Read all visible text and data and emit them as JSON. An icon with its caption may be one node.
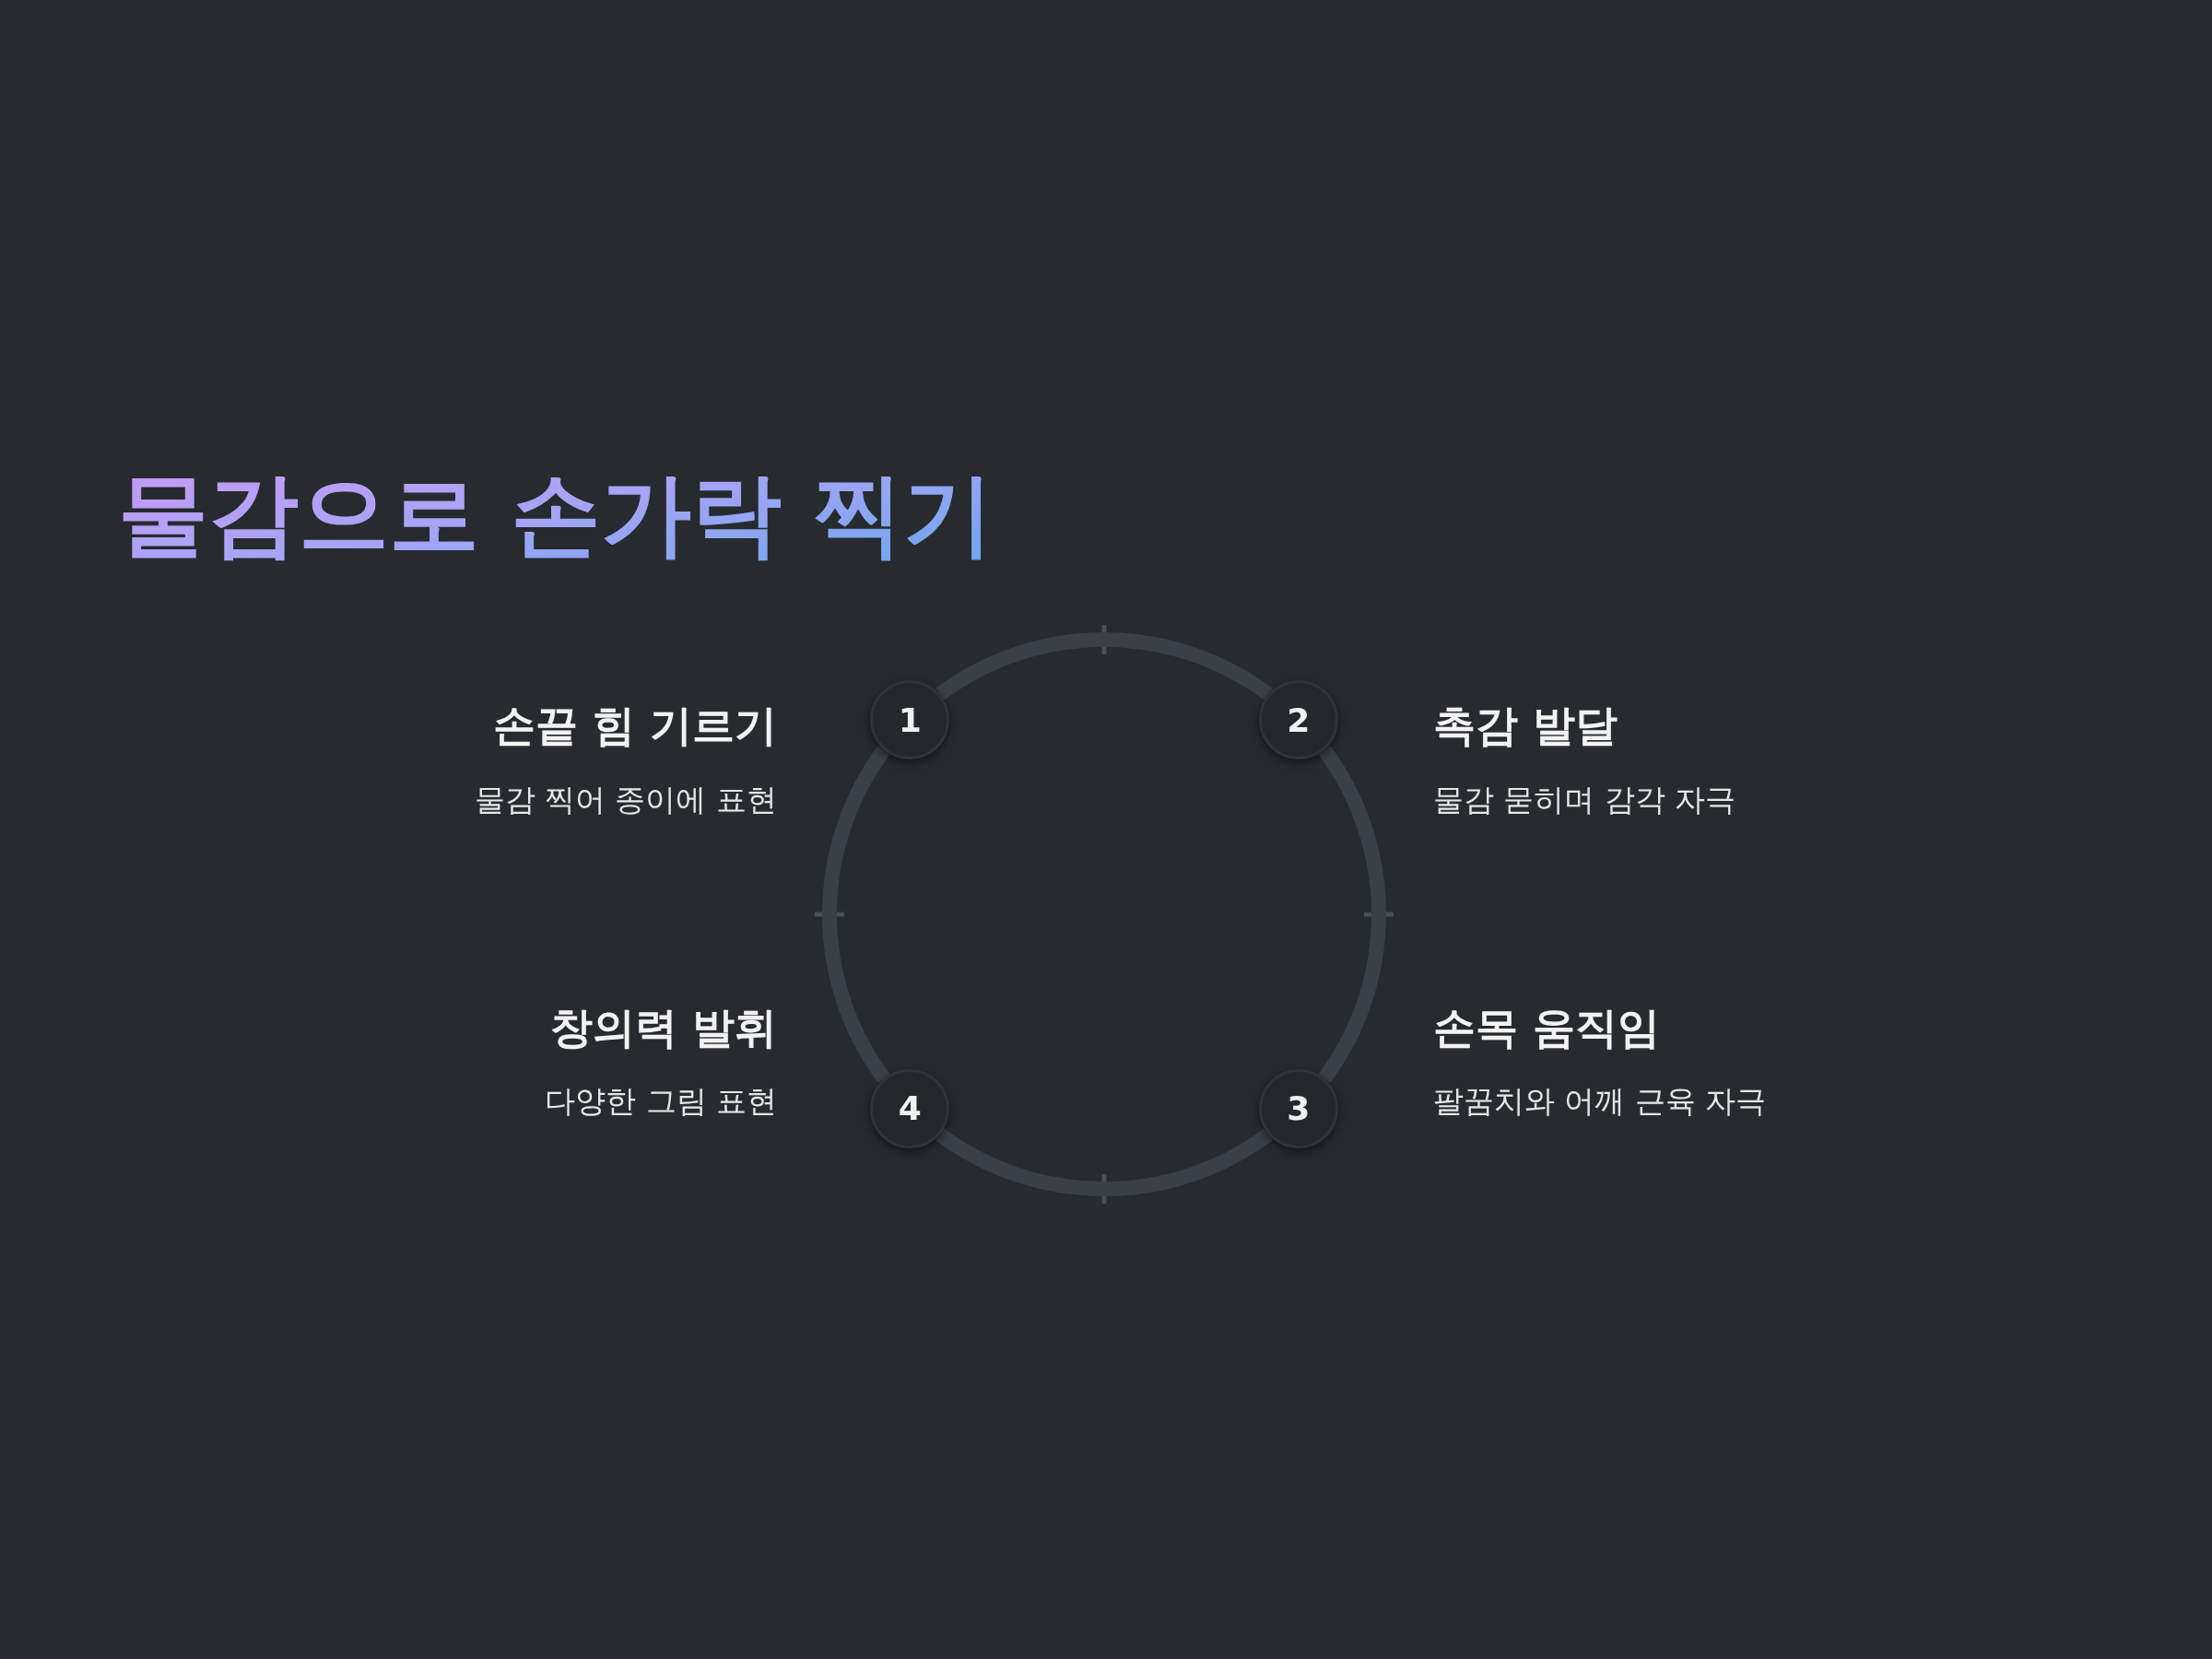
{
  "diagram": {
    "title": "물감으로 손가락 찍기",
    "nodes": [
      {
        "text": [
          "1"
        ],
        "beside": [
          "손끝 힘 기르기",
          "물감 찍어 종이에 표현"
        ]
      },
      {
        "text": [
          "2"
        ],
        "beside": [
          "촉감 발달",
          "물감 묻히며 감각 자극"
        ]
      },
      {
        "text": [
          "3"
        ],
        "beside": [
          "손목 움직임",
          "팔꿈치와 어깨 근육 자극"
        ]
      },
      {
        "text": [
          "4"
        ],
        "beside": [
          "창의력 발휘",
          "다양한 그림 표현"
        ]
      }
    ],
    "edges": [
      {
        "from": 0,
        "to": 1,
        "arrow": "none"
      },
      {
        "from": 1,
        "to": 2,
        "arrow": "none"
      },
      {
        "from": 2,
        "to": 3,
        "arrow": "none"
      },
      {
        "from": 3,
        "to": 0,
        "arrow": "none"
      }
    ]
  }
}
